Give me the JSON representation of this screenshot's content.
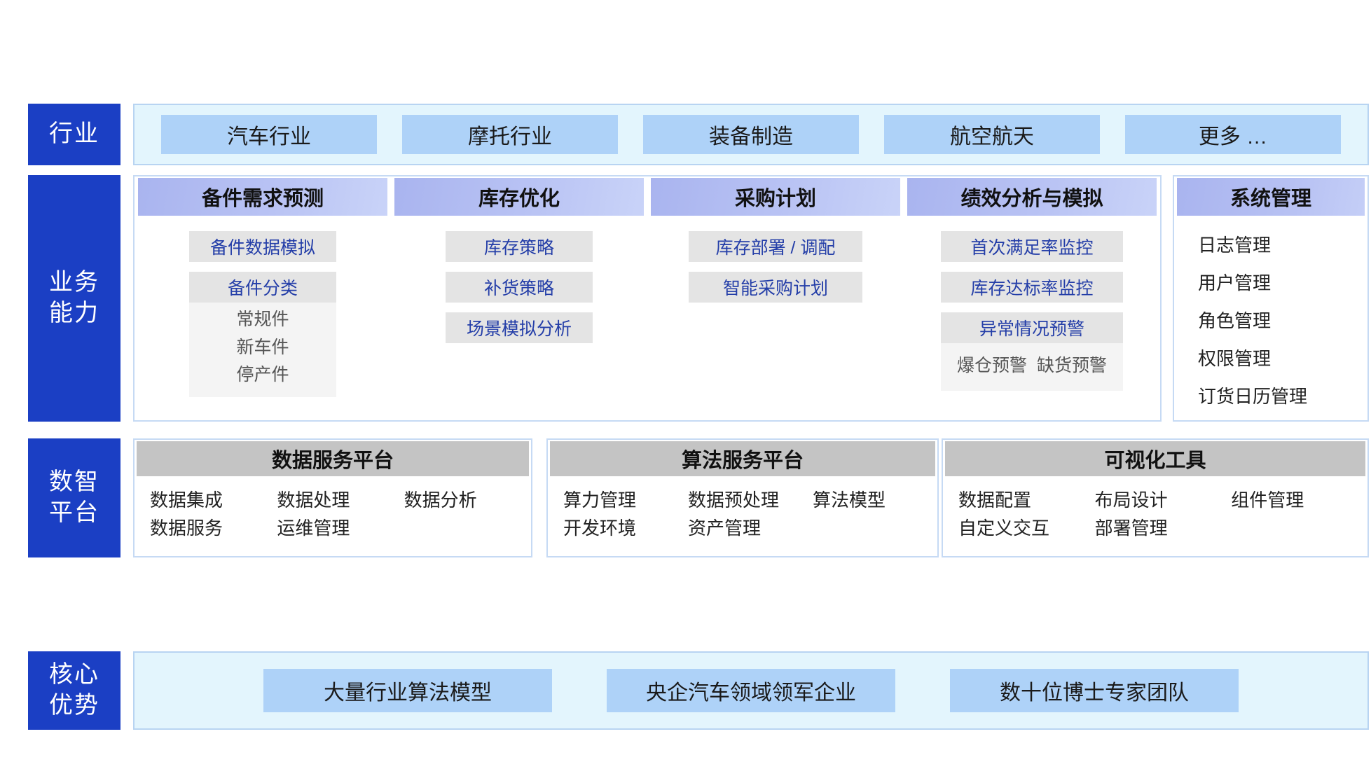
{
  "rows": {
    "industry": {
      "label_lines": [
        "行业"
      ],
      "chips": [
        "汽车行业",
        "摩托行业",
        "装备制造",
        "航空航天",
        "更多 …"
      ]
    },
    "business": {
      "label_lines": [
        "业务",
        "能力"
      ],
      "columns": [
        {
          "title": "备件需求预测",
          "items": [
            {
              "label": "备件数据模拟",
              "sub": []
            },
            {
              "label": "备件分类",
              "sub": [
                "常规件",
                "新车件",
                "停产件"
              ],
              "sub_layout": "stack"
            }
          ]
        },
        {
          "title": "库存优化",
          "items": [
            {
              "label": "库存策略",
              "sub": []
            },
            {
              "label": "补货策略",
              "sub": []
            },
            {
              "label": "场景模拟分析",
              "sub": []
            }
          ]
        },
        {
          "title": "采购计划",
          "items": [
            {
              "label": "库存部署 / 调配",
              "sub": []
            },
            {
              "label": "智能采购计划",
              "sub": []
            }
          ]
        },
        {
          "title": "绩效分析与模拟",
          "items": [
            {
              "label": "首次满足率监控",
              "sub": []
            },
            {
              "label": "库存达标率监控",
              "sub": []
            },
            {
              "label": "异常情况预警",
              "sub": [
                "爆仓预警",
                "缺货预警"
              ],
              "sub_layout": "inline"
            }
          ]
        }
      ],
      "system": {
        "title": "系统管理",
        "items": [
          "日志管理",
          "用户管理",
          "角色管理",
          "权限管理",
          "订货日历管理"
        ]
      }
    },
    "platform": {
      "label_lines": [
        "数智",
        "平台"
      ],
      "cards": [
        {
          "title": "数据服务平台",
          "items": [
            "数据集成",
            "数据处理",
            "数据分析",
            "数据服务",
            "运维管理"
          ]
        },
        {
          "title": "算法服务平台",
          "items": [
            "算力管理",
            "数据预处理",
            "算法模型",
            "开发环境",
            "资产管理"
          ]
        },
        {
          "title": "可视化工具",
          "items": [
            "数据配置",
            "布局设计",
            "组件管理",
            "自定义交互",
            "部署管理"
          ]
        }
      ]
    },
    "advantage": {
      "label_lines": [
        "核心",
        "优势"
      ],
      "chips": [
        "大量行业算法模型",
        "央企汽车领域领军企业",
        "数十位博士专家团队"
      ]
    }
  },
  "colors": {
    "label_blue": "#1b3fc4",
    "band_fill": "#e3f5fd",
    "band_border": "#b8d4f2",
    "chip_blue": "#aed2f8",
    "cap_header_gradient_start": "#a9b4ef",
    "cap_header_gradient_end": "#c9d3f8",
    "cap_item_gray": "#e4e4e4",
    "cap_sub_gray": "#f4f4f4",
    "cap_item_text": "#243ea8",
    "plat_header_gray": "#c4c4c4",
    "card_border": "#c6daf4"
  }
}
